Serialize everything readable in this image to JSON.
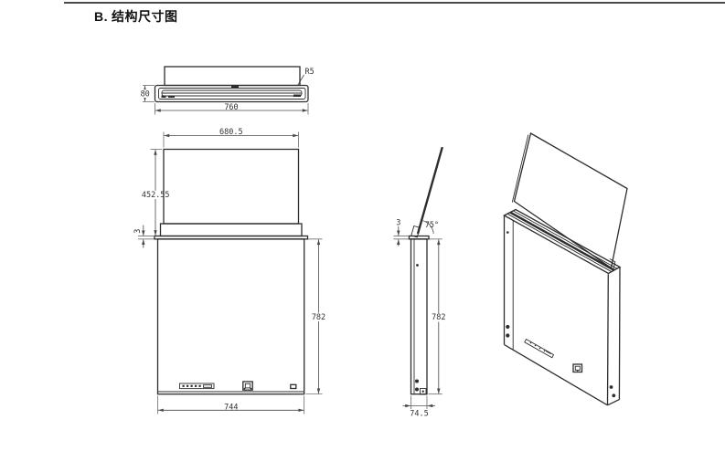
{
  "page": {
    "title_prefix": "B.",
    "title_text": "结构尺寸图"
  },
  "colors": {
    "line": "#2d2d2d",
    "dimension": "#474747",
    "rule": "#4a4a4a",
    "background": "#ffffff"
  },
  "views": {
    "top": {
      "name": "top-view",
      "dim_height": "80",
      "dim_width": "760",
      "dim_corner_radius": "R5"
    },
    "front": {
      "name": "front-view",
      "dim_screen_width": "680.5",
      "dim_screen_height": "452.55",
      "dim_lid_thickness": "3",
      "dim_body_height": "782",
      "dim_body_width": "744"
    },
    "side": {
      "name": "side-view",
      "dim_lid_thickness": "3",
      "dim_tilt_angle": "75°",
      "dim_body_height": "782",
      "dim_body_depth": "74.5"
    },
    "iso": {
      "name": "isometric-view"
    }
  }
}
